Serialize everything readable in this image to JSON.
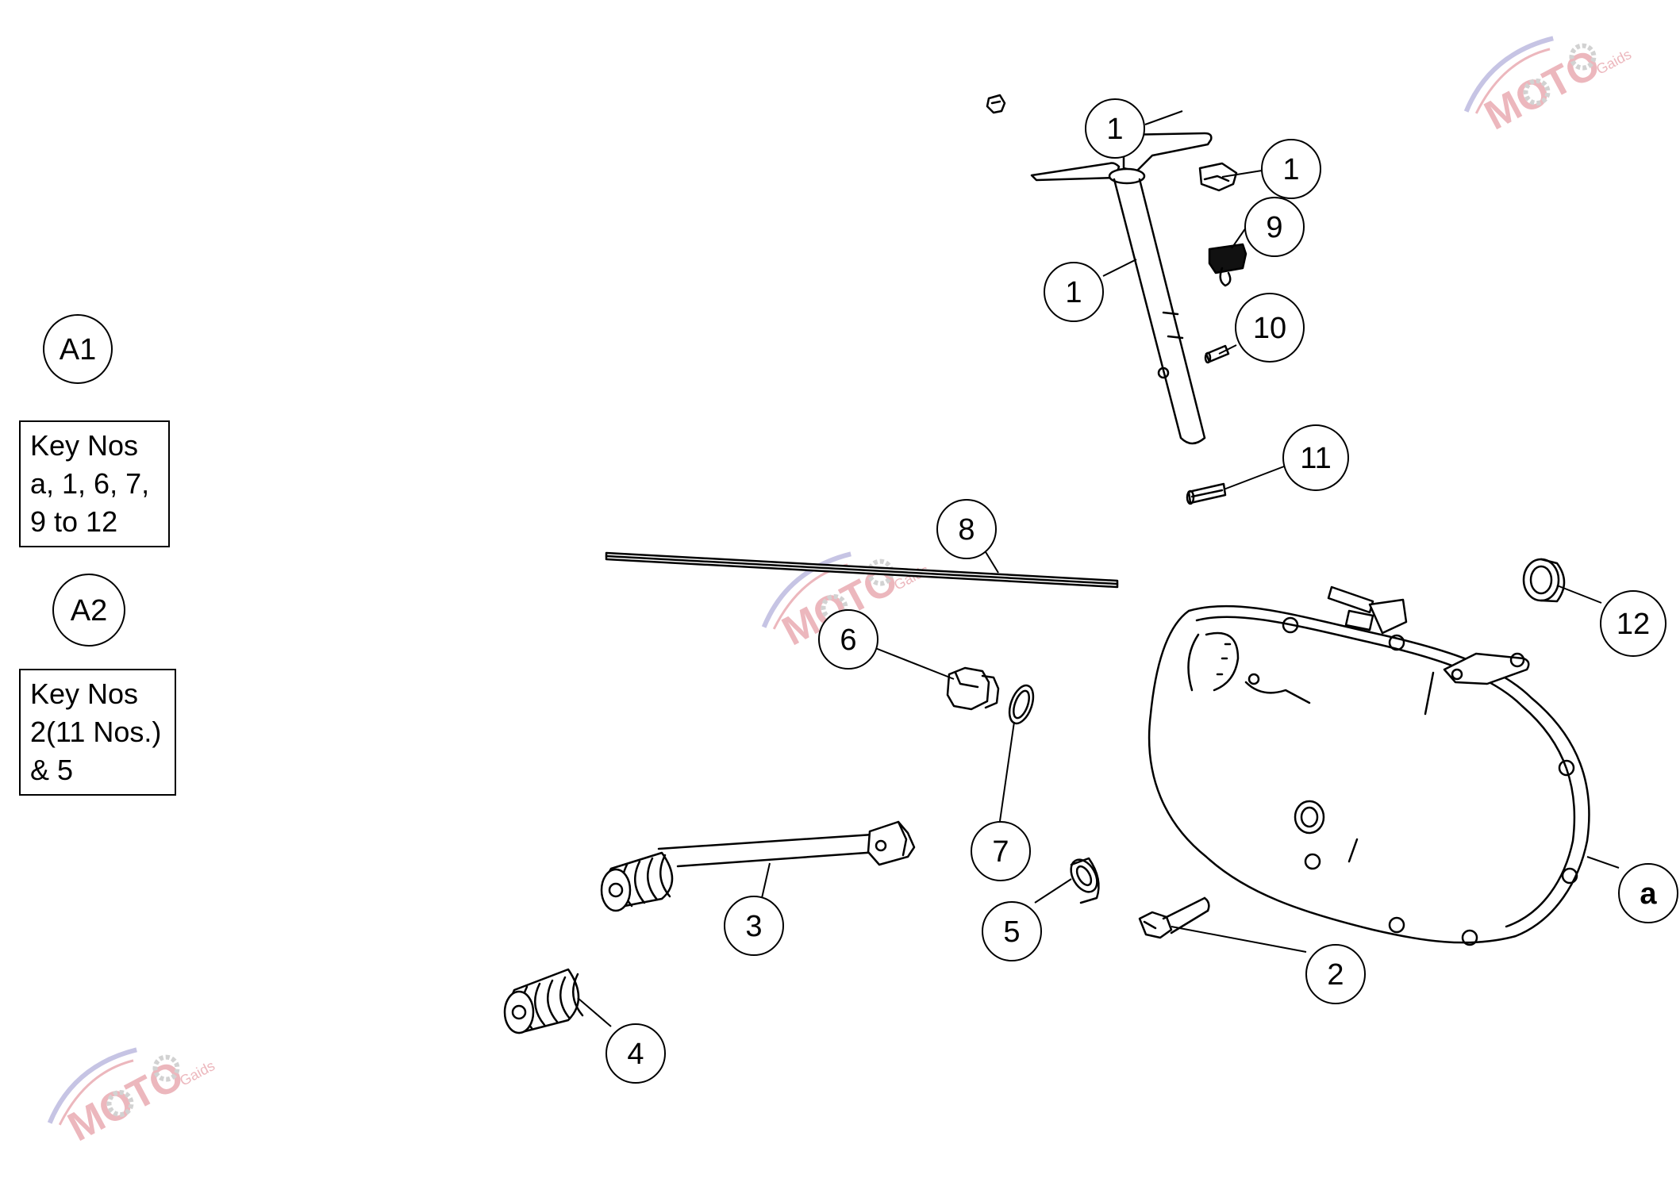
{
  "legend": {
    "groups": [
      {
        "id": "A1",
        "lines": [
          "Key Nos",
          "a, 1, 6, 7,",
          "9 to 12"
        ]
      },
      {
        "id": "A2",
        "lines": [
          "Key Nos",
          "2(11 Nos.)",
          "& 5"
        ]
      }
    ]
  },
  "callouts": [
    "1",
    "1",
    "9",
    "1",
    "10",
    "11",
    "8",
    "12",
    "6",
    "7",
    "3",
    "5",
    "a",
    "2",
    "4"
  ],
  "parts": [
    "shift-shaft-clip",
    "shift-shaft-lever",
    "shift-shaft",
    "lever-clip",
    "return-spring",
    "spring-pin",
    "sleeve",
    "pushrod",
    "filler-plug",
    "o-ring",
    "gear-lever",
    "footrest-rubber",
    "spacer",
    "bolt",
    "bush",
    "clutch-cover"
  ],
  "watermark": {
    "text": "MOTO",
    "subtext": "Gaids",
    "colors": {
      "logo_red": "#e8a6ad",
      "logo_blue": "#b9b6de",
      "logo_grey": "#c8c8c8"
    }
  },
  "colors": {
    "line": "#000000",
    "background": "#ffffff"
  }
}
